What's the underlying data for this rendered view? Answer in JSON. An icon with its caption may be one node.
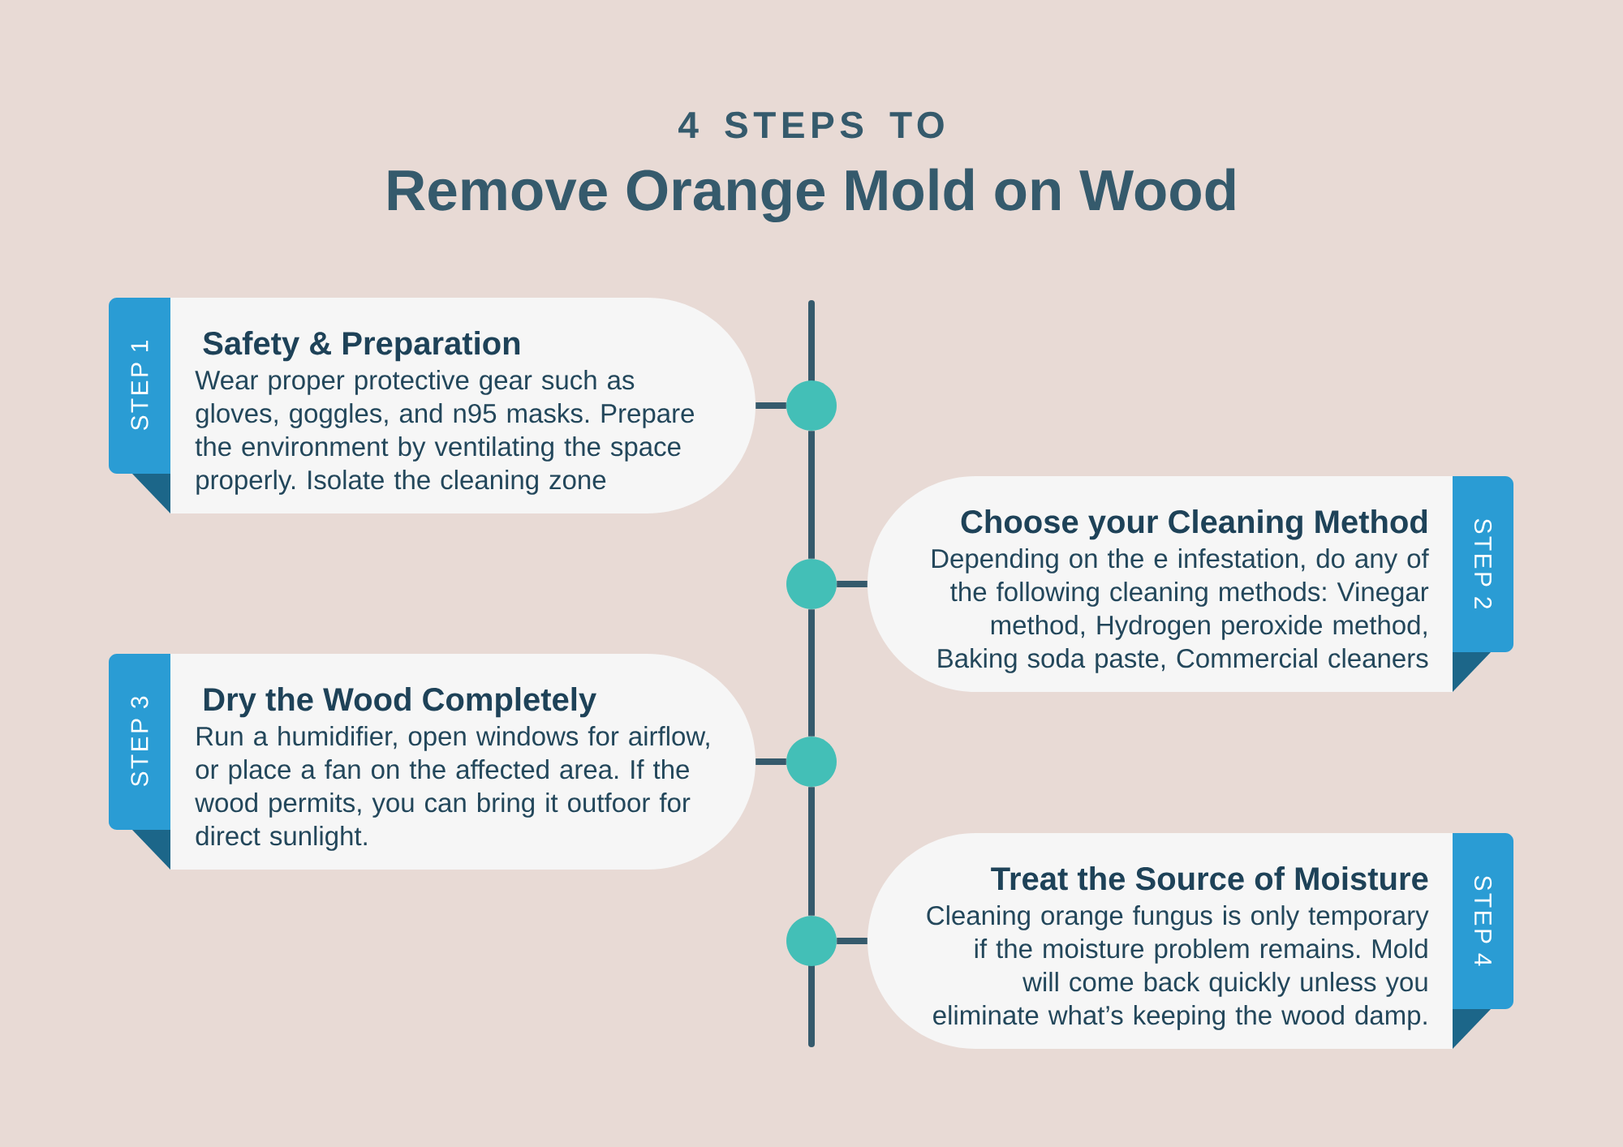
{
  "diagram": {
    "title": "Remove Orange Mold on Wood",
    "nodes": [
      {
        "text": [
          "Safety & Preparation",
          "Wear proper protective gear such as gloves, goggles, and n95 masks. Prepare the environment by ventilating the space properly. Isolate the cleaning zone"
        ]
      },
      {
        "text": [
          "STEP 1"
        ]
      },
      {
        "text": [],
        "shape": "circle"
      },
      {
        "text": [
          "Choose your Cleaning Method",
          "Depending on the e infestation, do any of the following cleaning methods: Vinegar method, Hydrogen peroxide method, Baking soda paste, Commercial cleaners"
        ]
      },
      {
        "text": [
          "STEP 2"
        ]
      },
      {
        "text": [],
        "shape": "circle"
      },
      {
        "text": [
          "Dry the Wood Completely",
          "Run a humidifier, open windows for airflow, or place a fan on the affected area. If the wood permits, you can bring it outfoor for direct sunlight."
        ]
      },
      {
        "text": [
          "STEP 3"
        ]
      },
      {
        "text": [],
        "shape": "circle"
      },
      {
        "text": [
          "Treat the Source of Moisture",
          "Cleaning orange fungus is only temporary if the moisture problem remains. Mold will come back quickly unless you eliminate what’s keeping the wood damp."
        ]
      },
      {
        "text": [
          "STEP 4"
        ]
      },
      {
        "text": [],
        "shape": "circle"
      }
    ],
    "edges": [
      {
        "from": 0,
        "to": 2,
        "arrow": "none"
      },
      {
        "from": 2,
        "to": 5,
        "arrow": "none"
      },
      {
        "from": 3,
        "to": 5,
        "arrow": "none"
      },
      {
        "from": 5,
        "to": 8,
        "arrow": "none"
      },
      {
        "from": 6,
        "to": 8,
        "arrow": "none"
      },
      {
        "from": 8,
        "to": 11,
        "arrow": "none"
      },
      {
        "from": 9,
        "to": 11,
        "arrow": "none"
      }
    ],
    "labels": [
      "4 STEPS TO"
    ]
  }
}
